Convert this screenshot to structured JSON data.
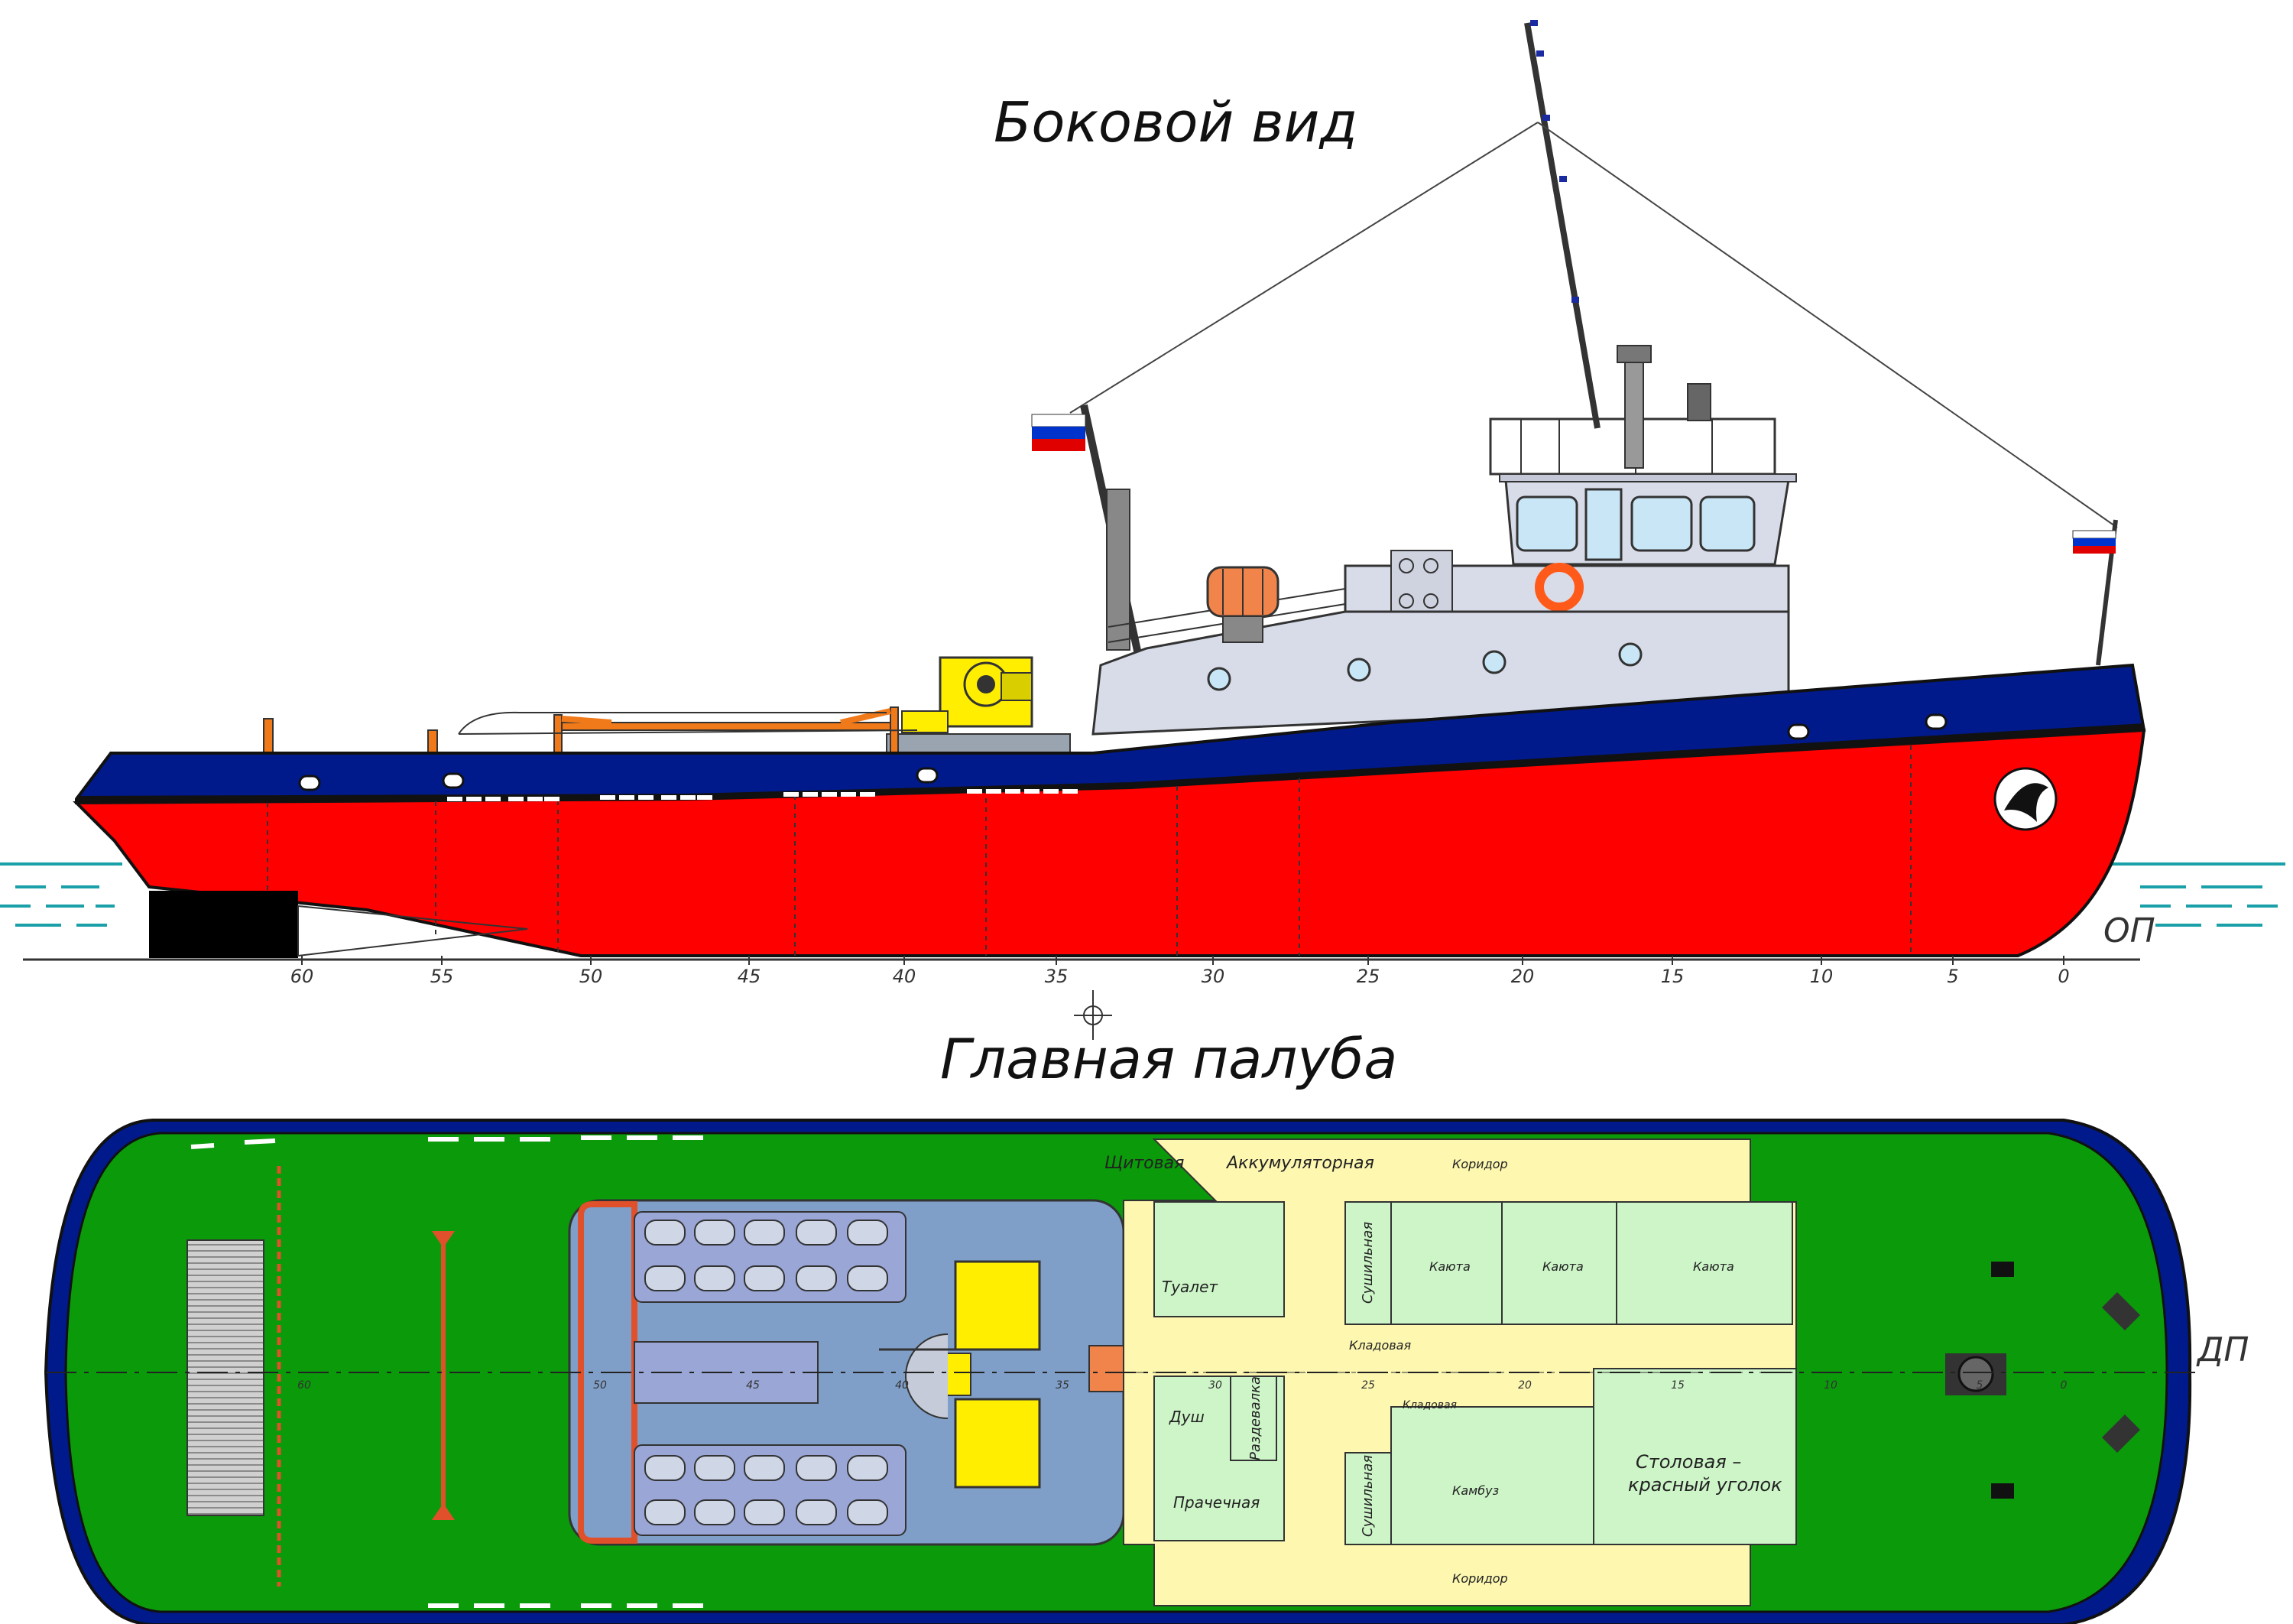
{
  "titles": {
    "side_view": "Боковой вид",
    "main_deck": "Главная палуба"
  },
  "labels": {
    "baseline": "ОП",
    "centerline": "ДП"
  },
  "frame_ruler": [
    "60",
    "55",
    "50",
    "45",
    "40",
    "35",
    "30",
    "25",
    "20",
    "15",
    "10",
    "5",
    "0"
  ],
  "plan_frames": [
    "60",
    "50",
    "45",
    "40",
    "35",
    "30",
    "25",
    "20",
    "15",
    "10",
    "5",
    "0"
  ],
  "rooms": {
    "switchboard": "Щитовая",
    "battery": "Аккумуляторная",
    "corridor_top": "Коридор",
    "corridor_bottom": "Коридор",
    "drying_top": "Сушильная",
    "drying_bottom": "Сушильная",
    "cabin_1": "Каюта",
    "cabin_2": "Каюта",
    "cabin_3": "Каюта",
    "toilet": "Туалет",
    "storeroom_1": "Кладовая",
    "storeroom_2": "Кладовая",
    "shower": "Душ",
    "changing": "Раздевалка",
    "laundry": "Прачечная",
    "galley": "Камбуз",
    "mess_line1": "Столовая –",
    "mess_line2": "красный уголок"
  },
  "colors": {
    "hull_red": "#ff0000",
    "hull_blue": "#001a8c",
    "superstructure": "#d8dce8",
    "deck_green": "#0a9a0a",
    "deck_blue": "#7f9fc8",
    "accommodation_yellow": "#fdf7b0",
    "accommodation_green": "#cdf5c8",
    "machinery_yellow": "#ffee00",
    "raft_orange": "#f0844a",
    "water_teal": "#1aa0a8"
  },
  "flag_colors": [
    "#ffffff",
    "#0033cc",
    "#e00000"
  ]
}
